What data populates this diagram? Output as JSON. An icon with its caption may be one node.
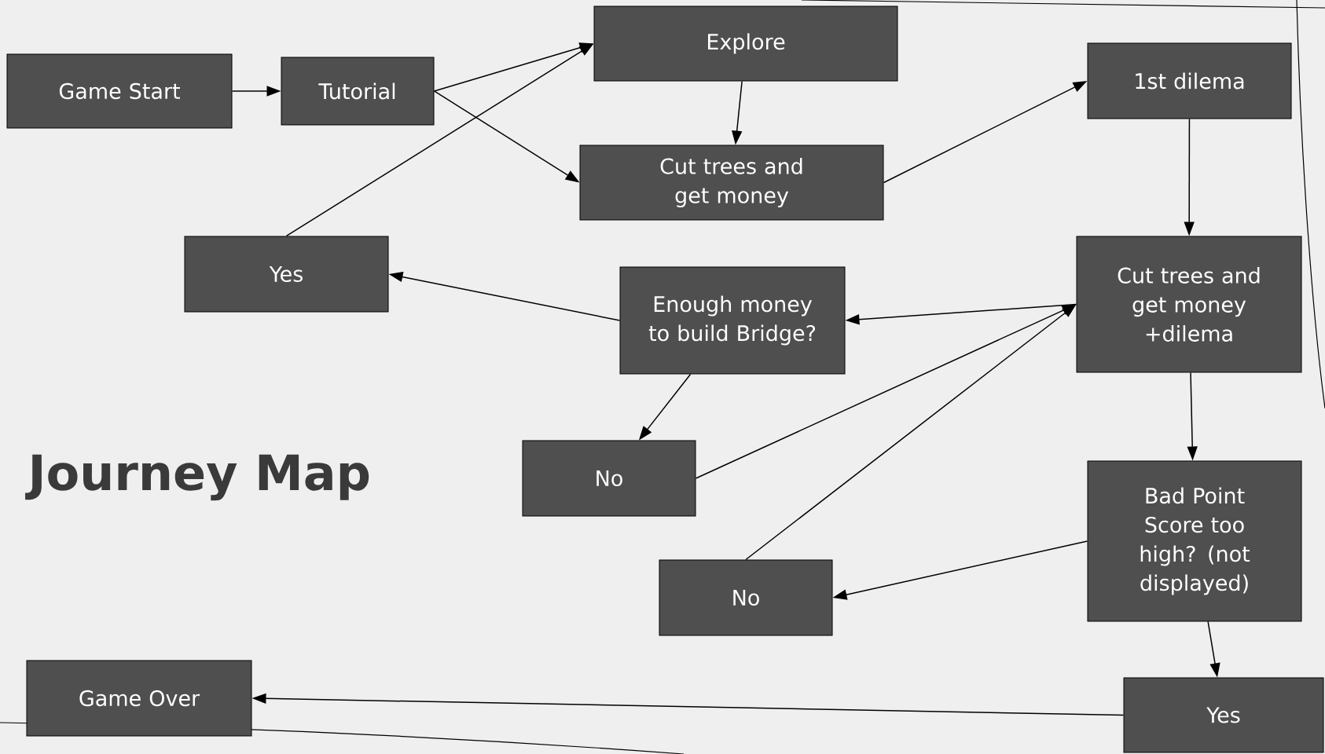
{
  "diagram": {
    "title": "Journey Map",
    "nodes": [
      {
        "text": [
          "Game Start"
        ]
      },
      {
        "text": [
          "Tutorial"
        ]
      },
      {
        "text": [
          "Explore"
        ]
      },
      {
        "text": [
          "Cut trees and get money"
        ]
      },
      {
        "text": [
          "1st dilema"
        ]
      },
      {
        "text": [
          "Yes"
        ]
      },
      {
        "text": [
          "Enough money to build Bridge?"
        ]
      },
      {
        "text": [
          "Cut trees and get money +dilema"
        ]
      },
      {
        "text": [
          "No"
        ]
      },
      {
        "text": [
          "Bad Point Score too high? (not displayed)"
        ]
      },
      {
        "text": [
          "No"
        ]
      },
      {
        "text": [
          "Game Over"
        ]
      },
      {
        "text": [
          "Yes"
        ]
      }
    ],
    "edges": [
      {
        "from": 0,
        "to": 1,
        "arrow": "to"
      },
      {
        "from": 1,
        "to": 2,
        "arrow": "to"
      },
      {
        "from": 1,
        "to": 3,
        "arrow": "to"
      },
      {
        "from": 2,
        "to": 3,
        "arrow": "to"
      },
      {
        "from": 3,
        "to": 4,
        "arrow": "to"
      },
      {
        "from": 4,
        "to": 7,
        "arrow": "to"
      },
      {
        "from": 7,
        "to": 6,
        "arrow": "to"
      },
      {
        "from": 6,
        "to": 5,
        "arrow": "to"
      },
      {
        "from": 5,
        "to": 2,
        "arrow": "to"
      },
      {
        "from": 6,
        "to": 8,
        "arrow": "to"
      },
      {
        "from": 8,
        "to": 7,
        "arrow": "to"
      },
      {
        "from": 10,
        "to": 7,
        "arrow": "to"
      },
      {
        "from": 7,
        "to": 9,
        "arrow": "to"
      },
      {
        "from": 9,
        "to": 10,
        "arrow": "to"
      },
      {
        "from": 9,
        "to": 12,
        "arrow": "to"
      },
      {
        "from": 12,
        "to": 11,
        "arrow": "to"
      }
    ]
  }
}
